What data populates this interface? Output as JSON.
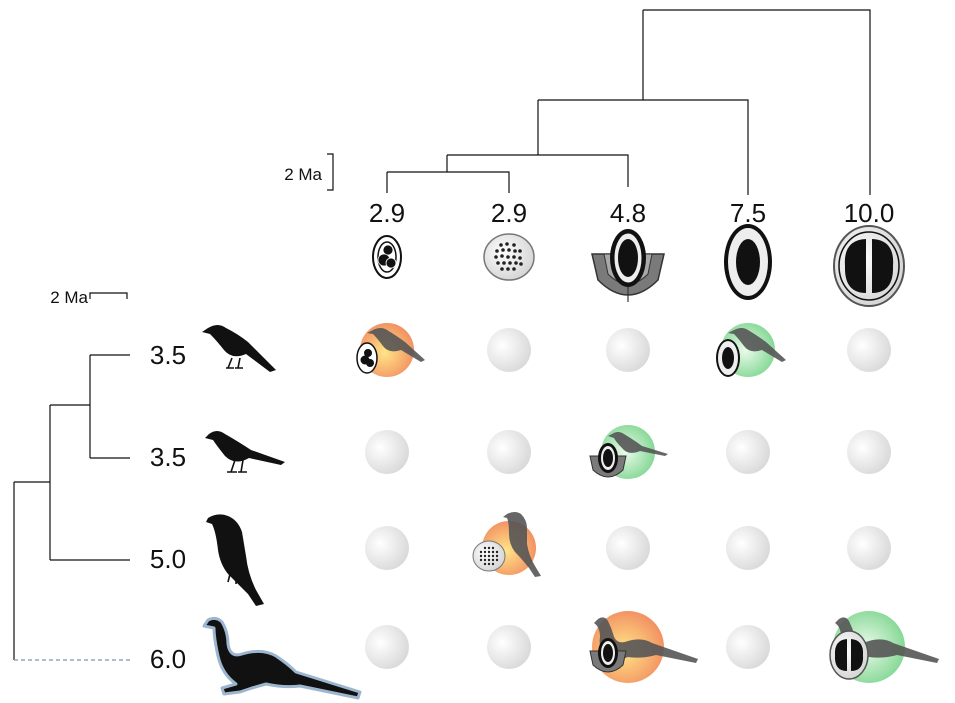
{
  "top_tree": {
    "scale_label": "2 Ma",
    "ages": [
      "2.9",
      "2.9",
      "4.8",
      "7.5",
      "10.0"
    ],
    "seed_icons": [
      "seed-cluster-icon",
      "seed-dotted-icon",
      "seed-cupped-icon",
      "seed-oval-icon",
      "seed-split-icon"
    ]
  },
  "left_tree": {
    "scale_label": "2 Ma",
    "ages": [
      "3.5",
      "3.5",
      "5.0",
      "6.0"
    ],
    "bird_icons": [
      "small-bird-icon",
      "thrush-icon",
      "crow-icon",
      "guan-icon"
    ]
  },
  "matrix": {
    "interactions": [
      {
        "row": 0,
        "col": 0,
        "color": "orange"
      },
      {
        "row": 0,
        "col": 3,
        "color": "green"
      },
      {
        "row": 1,
        "col": 2,
        "color": "green"
      },
      {
        "row": 2,
        "col": 1,
        "color": "orange"
      },
      {
        "row": 3,
        "col": 2,
        "color": "orange"
      },
      {
        "row": 3,
        "col": 4,
        "color": "green"
      }
    ]
  },
  "colors": {
    "line": "#111111",
    "dashed_branch": "#8fa7c4",
    "orange": "#f07f4e",
    "green": "#7fd28b",
    "empty_circle": "#e6e6e6"
  }
}
